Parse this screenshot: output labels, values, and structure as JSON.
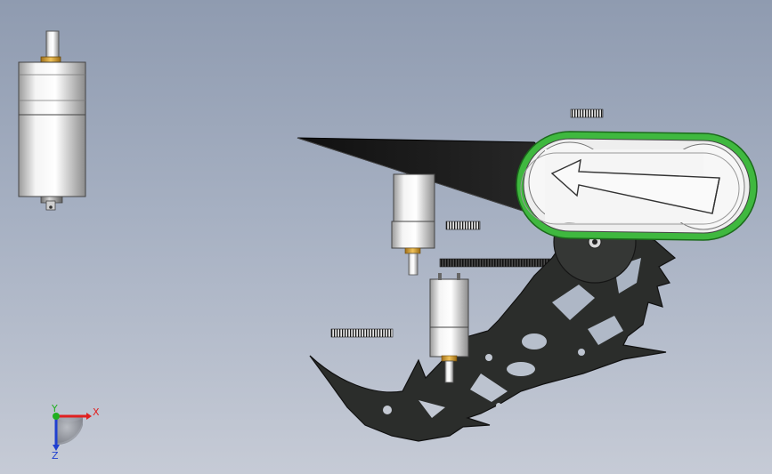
{
  "viewport": {
    "background_top": "#8f9bb0",
    "background_bottom": "#c6cbd6"
  },
  "model": {
    "parts": [
      "motor-isometric",
      "motor-upper",
      "motor-lower",
      "gear-rack-top",
      "gear-rack-mid",
      "gear-rack-long",
      "gear-rack-left",
      "black-wedge-plate",
      "claw-frame",
      "track-module",
      "direction-arrow-icon"
    ],
    "track_color": "#3fb83f",
    "frame_color": "#2b2d2b"
  },
  "triad": {
    "x_label": "X",
    "y_label": "Y",
    "z_label": "Z",
    "x_color": "#e02020",
    "y_color": "#20b020",
    "z_color": "#2040d0"
  }
}
